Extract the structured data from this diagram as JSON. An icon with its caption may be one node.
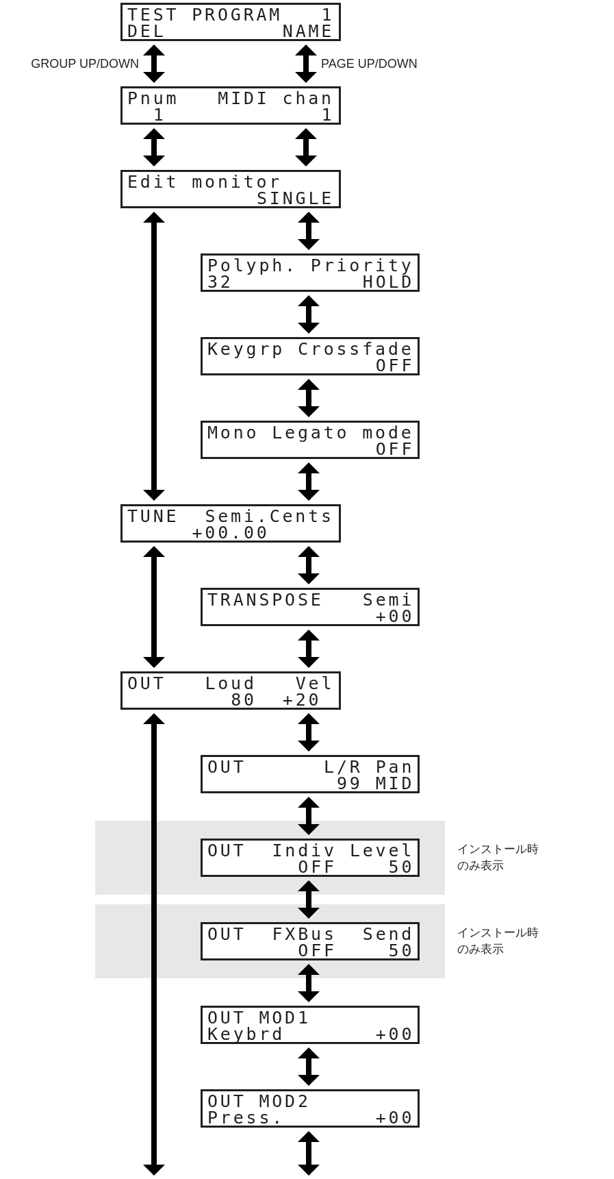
{
  "diagram": {
    "nodes": [
      {
        "text": [
          "TEST PROGRAM",
          "1",
          "DEL",
          "NAME"
        ]
      },
      {
        "text": [
          "Pnum",
          "MIDI chan",
          "1",
          "1"
        ]
      },
      {
        "text": [
          "Edit monitor",
          "SINGLE"
        ]
      },
      {
        "text": [
          "Polyph. Priority",
          "32",
          "HOLD"
        ]
      },
      {
        "text": [
          "Keygrp Crossfade",
          "OFF"
        ]
      },
      {
        "text": [
          "Mono Legato mode",
          "OFF"
        ]
      },
      {
        "text": [
          "TUNE",
          "Semi.Cents",
          "+00.00"
        ]
      },
      {
        "text": [
          "TRANSPOSE",
          "Semi",
          "+00"
        ]
      },
      {
        "text": [
          "OUT",
          "Loud",
          "Vel",
          "80",
          "+20"
        ]
      },
      {
        "text": [
          "OUT",
          "L/R",
          "Pan",
          "99",
          "MID"
        ]
      },
      {
        "text": [
          "インストール時のみ表示"
        ]
      },
      {
        "text": [
          "OUT",
          "Indiv",
          "Level",
          "OFF",
          "50"
        ],
        "in": 10
      },
      {
        "text": [
          "インストール時のみ表示"
        ]
      },
      {
        "text": [
          "OUT",
          "FXBus",
          "Send",
          "OFF",
          "50"
        ],
        "in": 12
      },
      {
        "text": [
          "OUT MOD1",
          "Keybrd",
          "+00"
        ]
      },
      {
        "text": [
          "OUT MOD2",
          "Press.",
          "+00"
        ]
      }
    ],
    "edges": [
      {
        "from": 0,
        "to": 1,
        "arrow": "both",
        "label": "GROUP UP/DOWN"
      },
      {
        "from": 0,
        "to": 1,
        "arrow": "both",
        "label": "PAGE UP/DOWN"
      },
      {
        "from": 1,
        "to": 2,
        "arrow": "both"
      },
      {
        "from": 1,
        "to": 2,
        "arrow": "both"
      },
      {
        "from": 2,
        "to": 6,
        "arrow": "both"
      },
      {
        "from": 2,
        "to": 3,
        "arrow": "both"
      },
      {
        "from": 3,
        "to": 4,
        "arrow": "both"
      },
      {
        "from": 4,
        "to": 5,
        "arrow": "both"
      },
      {
        "from": 5,
        "to": 6,
        "arrow": "both"
      },
      {
        "from": 6,
        "to": 8,
        "arrow": "both"
      },
      {
        "from": 6,
        "to": 7,
        "arrow": "both"
      },
      {
        "from": 7,
        "to": 8,
        "arrow": "both"
      },
      {
        "from": 8,
        "to": null,
        "arrow": "both"
      },
      {
        "from": 8,
        "to": 9,
        "arrow": "both"
      },
      {
        "from": 9,
        "to": 11,
        "arrow": "both"
      },
      {
        "from": 11,
        "to": 13,
        "arrow": "both"
      },
      {
        "from": 13,
        "to": 14,
        "arrow": "both"
      },
      {
        "from": 14,
        "to": 15,
        "arrow": "both"
      },
      {
        "from": 15,
        "to": null,
        "arrow": "both"
      }
    ]
  }
}
